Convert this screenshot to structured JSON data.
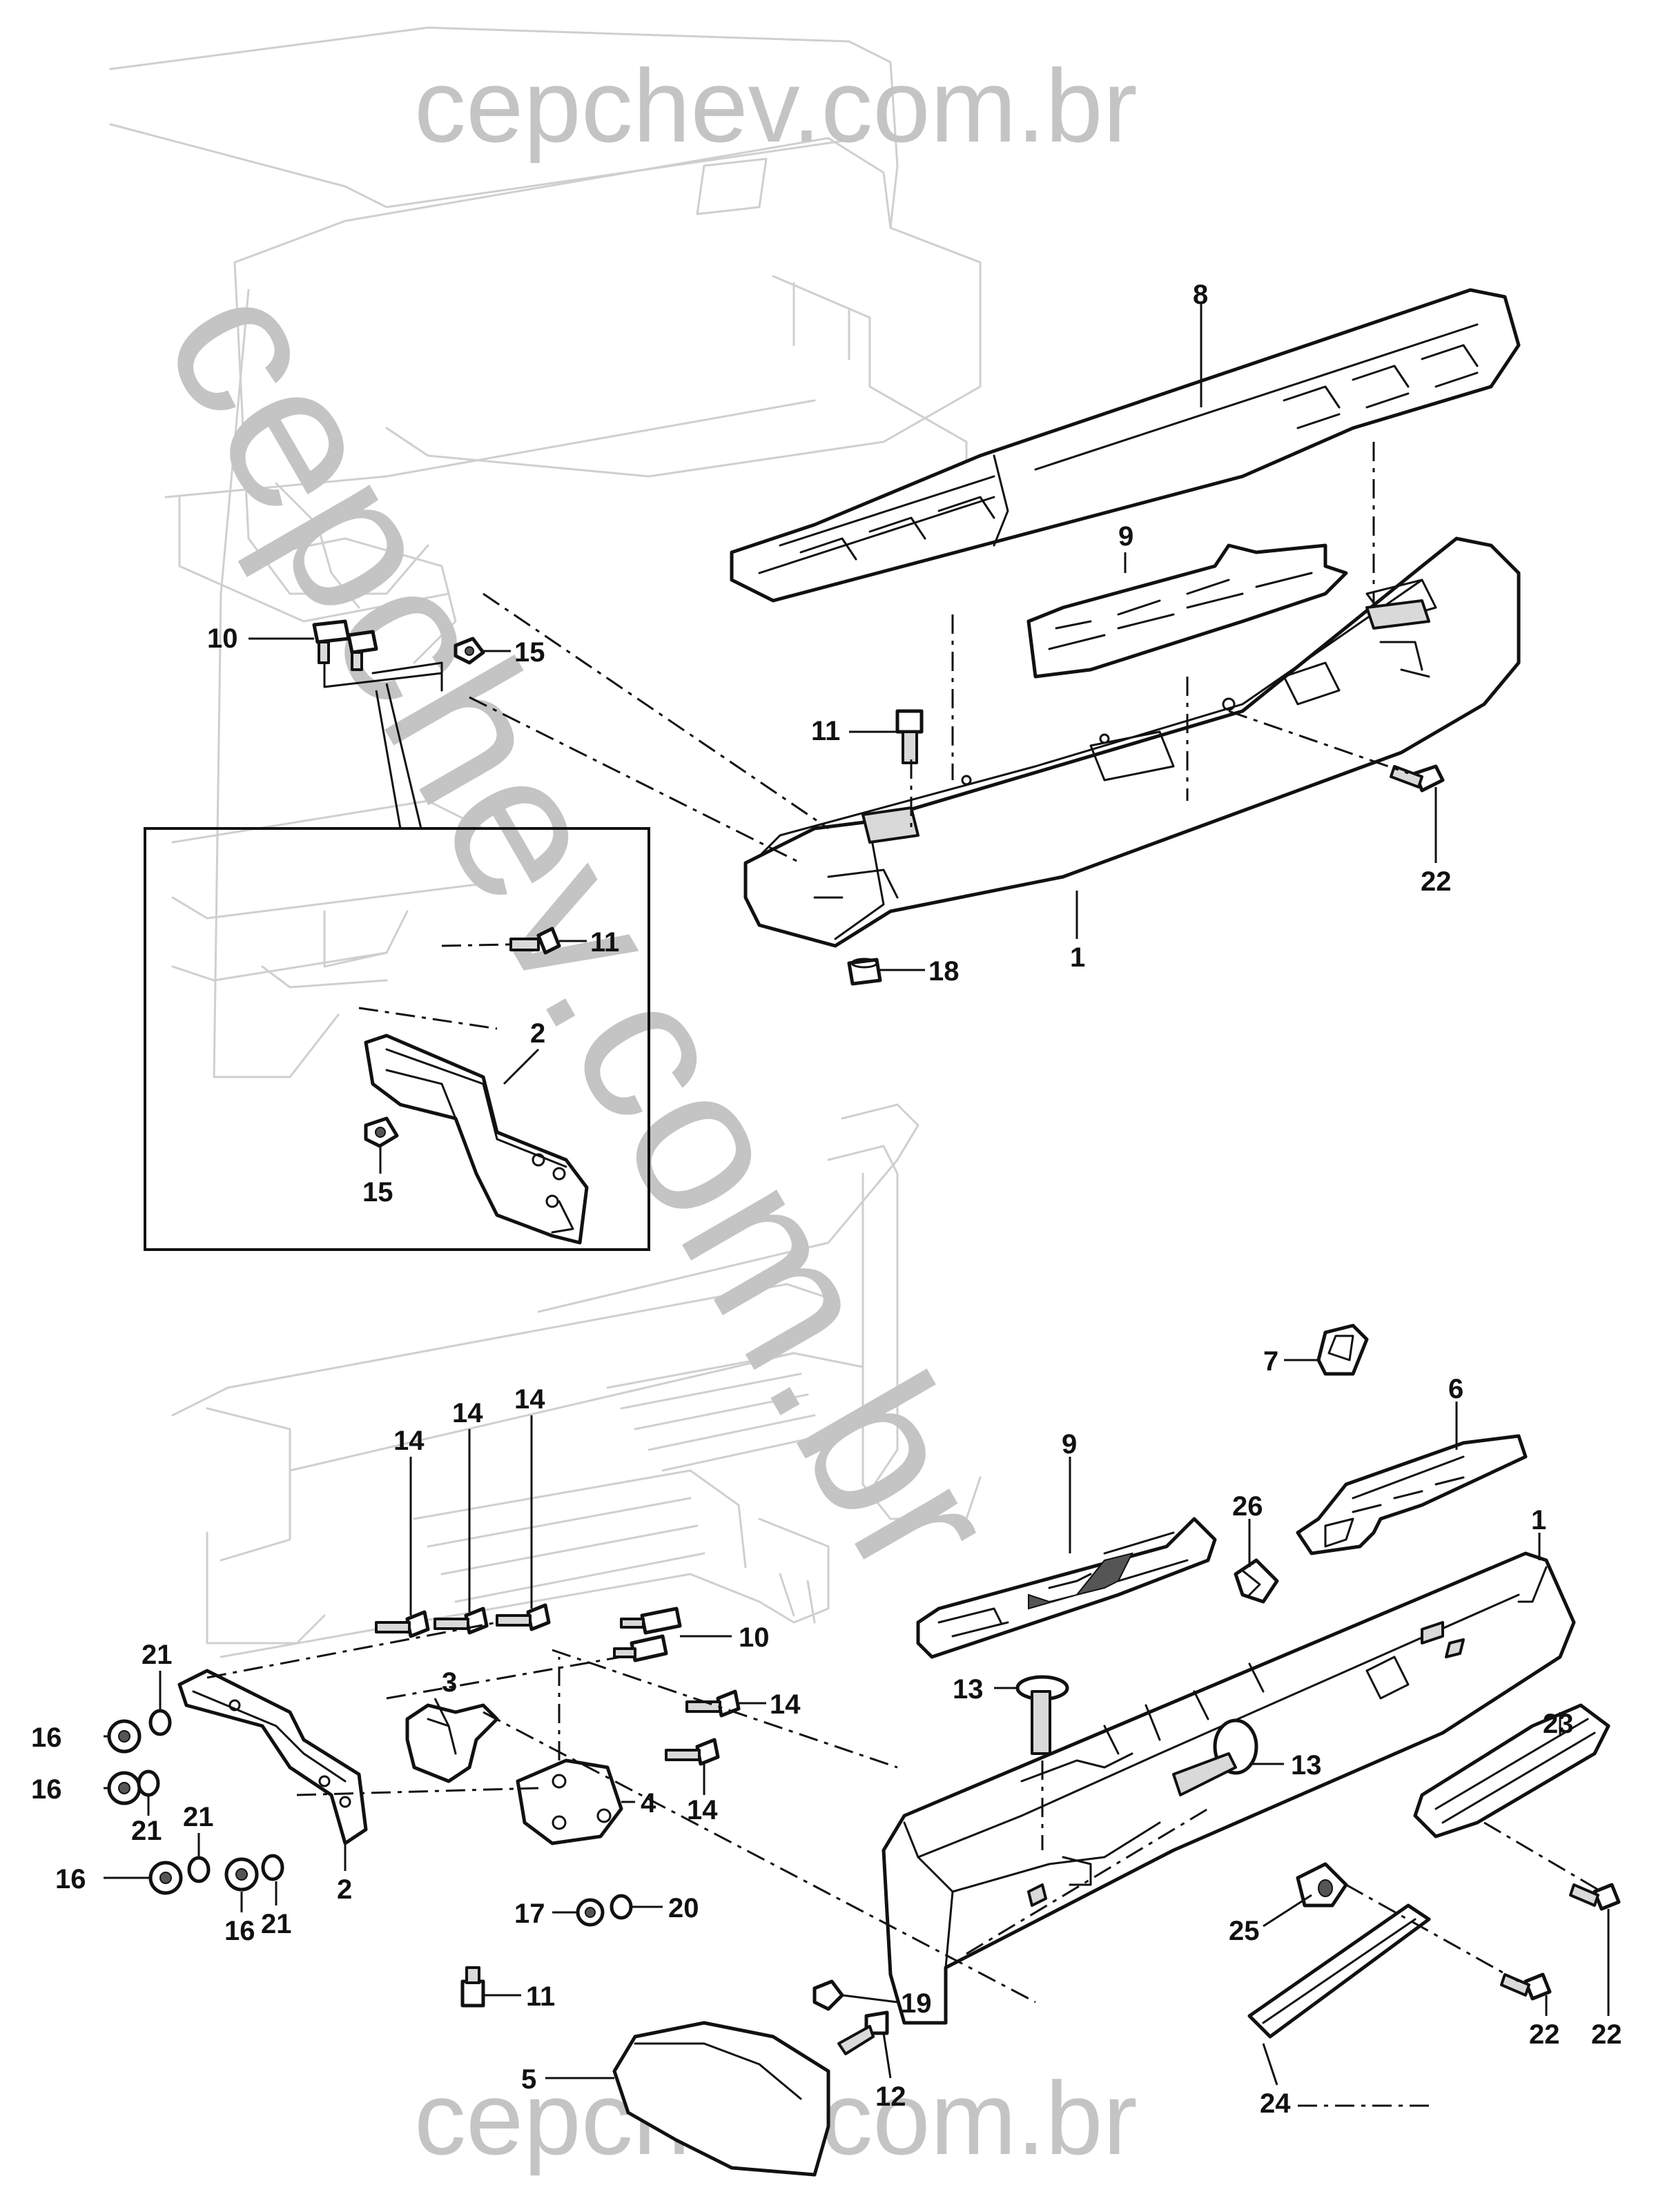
{
  "watermark": {
    "top": "cepchev.com.br",
    "diagonal": "cepchev.com.br",
    "bottom": "cepchev.com.br"
  },
  "callouts": {
    "c1_top": "1",
    "c1_bottom": "1",
    "c2_detail": "2",
    "c2_bottom": "2",
    "c3": "3",
    "c4": "4",
    "c5": "5",
    "c6": "6",
    "c7": "7",
    "c8": "8",
    "c9_top": "9",
    "c9_bottom": "9",
    "c10_top": "10",
    "c10_bottom": "10",
    "c11_top": "11",
    "c11_detail": "11",
    "c11_bottom": "11",
    "c12": "12",
    "c13_bolt": "13",
    "c13_lamp": "13",
    "c14_a": "14",
    "c14_b": "14",
    "c14_c": "14",
    "c14_d": "14",
    "c14_e": "14",
    "c15_top": "15",
    "c15_detail": "15",
    "c16_a": "16",
    "c16_b": "16",
    "c16_c": "16",
    "c16_d": "16",
    "c17": "17",
    "c18": "18",
    "c19": "19",
    "c20": "20",
    "c21_a": "21",
    "c21_b": "21",
    "c21_c": "21",
    "c21_d": "21",
    "c22_top": "22",
    "c22_a": "22",
    "c22_b": "22",
    "c23": "23",
    "c24": "24",
    "c25": "25",
    "c26": "26"
  }
}
